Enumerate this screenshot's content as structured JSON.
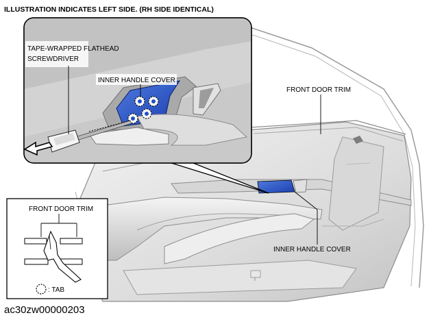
{
  "header": {
    "note": "ILLUSTRATION INDICATES LEFT SIDE. (RH SIDE IDENTICAL)"
  },
  "callouts": {
    "screwdriver_line1": "TAPE-WRAPPED FLATHEAD",
    "screwdriver_line2": "SCREWDRIVER",
    "inner_handle_cover_detail": "INNER HANDLE COVER",
    "front_door_trim_main": "FRONT DOOR TRIM",
    "inner_handle_cover_main": "INNER HANDLE COVER"
  },
  "section_view": {
    "label": "FRONT DOOR TRIM",
    "legend_text": ": TAB"
  },
  "document_id": "ac30zw00000203",
  "colors": {
    "highlight": "#2050c8",
    "line": "#000000",
    "door_light": "#e6e6e6",
    "door_mid": "#c8c8c8",
    "door_dark": "#9a9a9a"
  }
}
